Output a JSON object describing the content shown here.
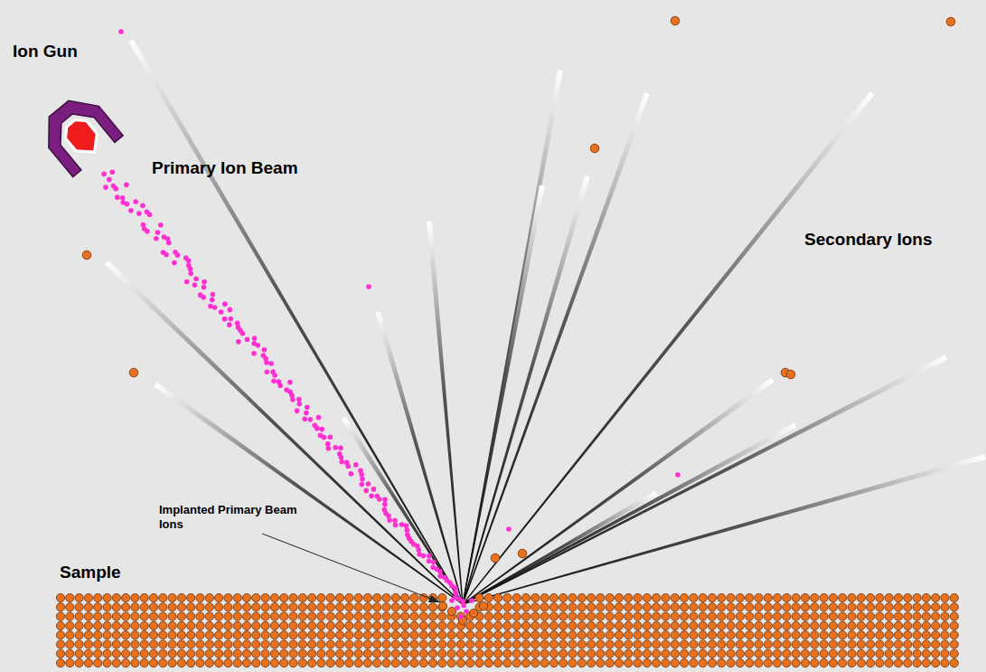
{
  "diagram": {
    "labels": [
      "Ion Gun",
      "Primary Ion Beam",
      "Secondary Ions",
      "Implanted Primary Beam Ions",
      "Sample"
    ]
  }
}
